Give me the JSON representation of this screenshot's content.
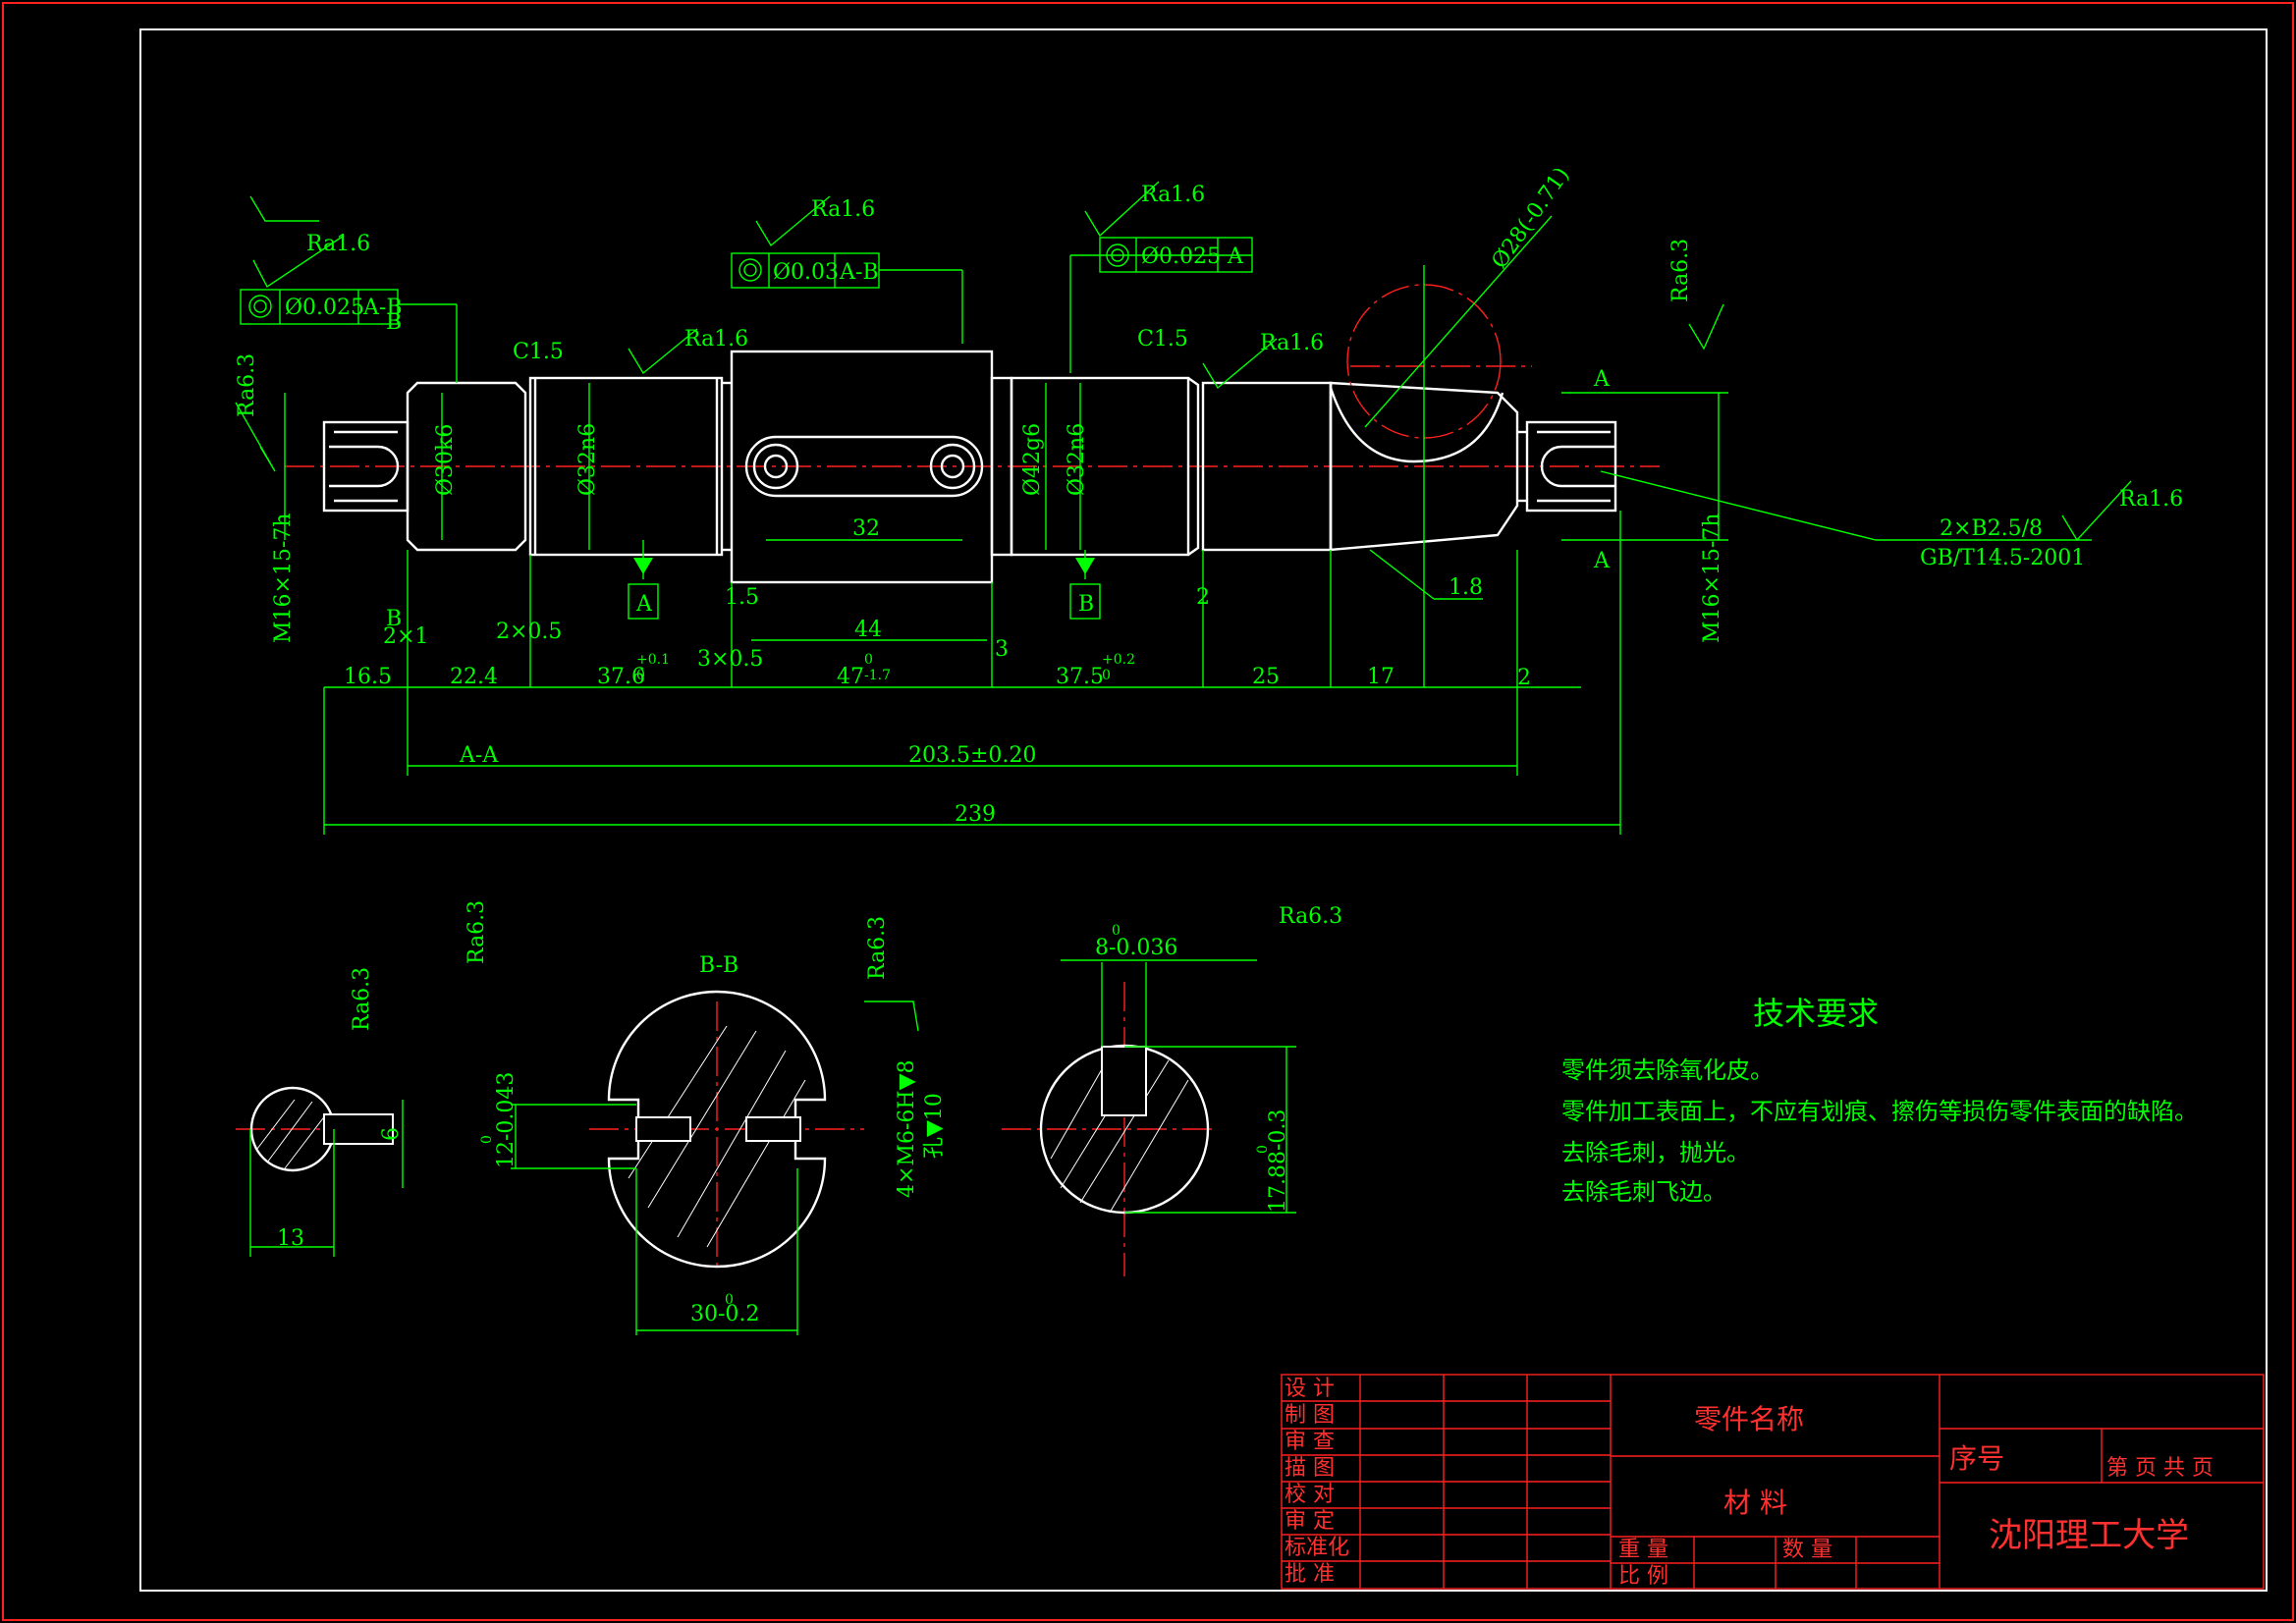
{
  "title_block": {
    "rows": [
      "设 计",
      "制 图",
      "审 查",
      "描 图",
      "校 对",
      "审 定",
      "标准化",
      "批 准"
    ],
    "part_name": "零件名称",
    "material": "材 料",
    "weight": "重 量",
    "quantity": "数 量",
    "scale": "比 例",
    "serial": "序号",
    "sheet": "第 页 共 页",
    "school": "沈阳理工大学"
  },
  "tech_req": {
    "heading": "技术要求",
    "items": [
      "零件须去除氧化皮。",
      "零件加工表面上，不应有划痕、擦伤等损伤零件表面的缺陷。",
      "去除毛刺，抛光。",
      "去除毛刺飞边。"
    ]
  },
  "tolerances": {
    "left": {
      "value": "Ø0.025",
      "datum": "A-B",
      "ra": "Ra1.6"
    },
    "middle": {
      "value": "Ø0.03",
      "datum": "A-B",
      "ra": "Ra1.6"
    },
    "right": {
      "value": "Ø0.025",
      "datum": "A",
      "ra": "Ra1.6"
    }
  },
  "roughness": {
    "ra16": "Ra1.6",
    "ra63": "Ra6.3"
  },
  "dims": {
    "d30k6": "Ø30k6",
    "d32n6a": "Ø32n6",
    "d42g6": "Ø42g6",
    "d32n6b": "Ø32n6",
    "c15a": "C1.5",
    "c15b": "C1.5",
    "m16l": "M16×15-7h",
    "m16r": "M16×15-7h",
    "d32": "32",
    "d44": "44",
    "d15": "1.5",
    "d3": "3",
    "d2a": "2",
    "d2b": "2",
    "d18": "1.8",
    "x1": "2×1",
    "x05a": "2×0.5",
    "x05b": "3×0.5",
    "d165": "16.5",
    "d224": "22.4",
    "d376": "37.6",
    "d47": "47",
    "d375": "37.5",
    "d25": "25",
    "d17": "17",
    "tol376": "+0.1",
    "tol376b": "0",
    "tol47": "0",
    "tol47b": "-1.7",
    "tol375": "+0.2",
    "tol375b": "0",
    "aa": "A-A",
    "d2035": "203.5±0.20",
    "d239": "239",
    "d28": "Ø28(-0.71)",
    "b25": "2×B2.5/8",
    "gb": "GB/T14.5-2001",
    "labelA": "A",
    "labelB": "B",
    "markA": "A",
    "markB": "B",
    "bb": "B-B",
    "s6": "6",
    "s13": "13",
    "s12": "12-0.043",
    "s12b": "0",
    "s30": "30-0.2",
    "s30b": "0",
    "m6": "4×M6-6H▼8",
    "hole": "孔▼10",
    "s8": "8-0.036",
    "s8b": "0",
    "s1788": "17.88-0.3",
    "s1788b": "0"
  }
}
